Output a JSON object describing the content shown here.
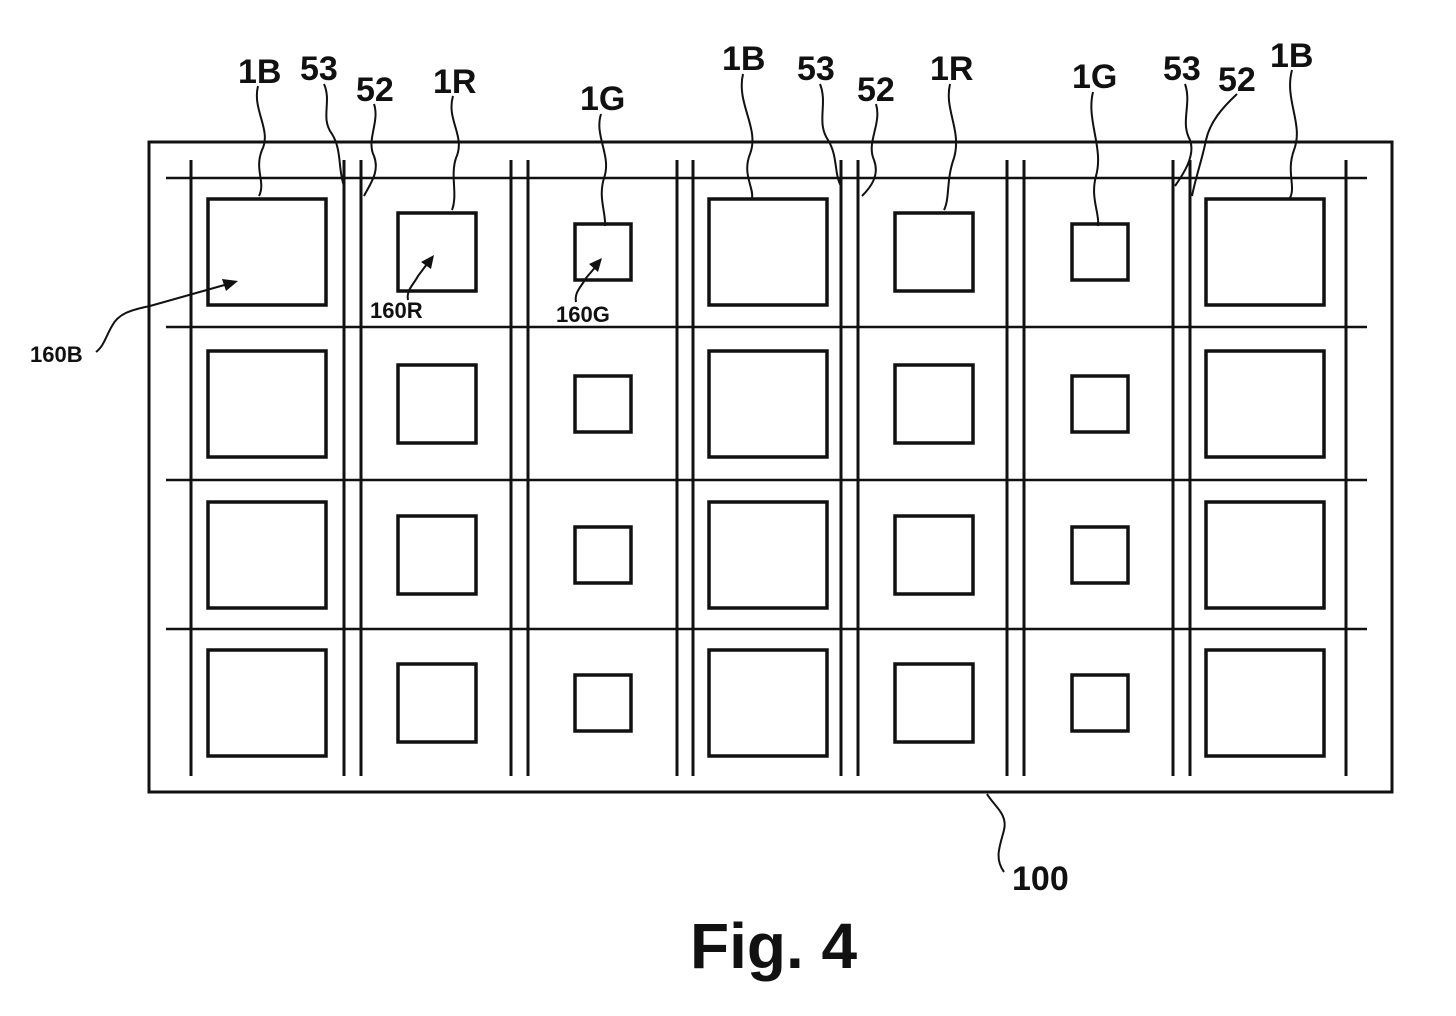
{
  "figure": {
    "caption": "Fig. 4",
    "substrate_label": "100",
    "top_labels": [
      {
        "text": "1B",
        "kind": "pixel"
      },
      {
        "text": "53",
        "kind": "line"
      },
      {
        "text": "52",
        "kind": "line"
      },
      {
        "text": "1R",
        "kind": "pixel"
      },
      {
        "text": "1G",
        "kind": "pixel"
      },
      {
        "text": "1B",
        "kind": "pixel"
      },
      {
        "text": "53",
        "kind": "line"
      },
      {
        "text": "52",
        "kind": "line"
      },
      {
        "text": "1R",
        "kind": "pixel"
      },
      {
        "text": "1G",
        "kind": "pixel"
      },
      {
        "text": "53",
        "kind": "line"
      },
      {
        "text": "52",
        "kind": "line"
      },
      {
        "text": "1B",
        "kind": "pixel"
      }
    ],
    "region_labels": {
      "blue": "160B",
      "red": "160R",
      "green": "160G"
    },
    "grid": {
      "rows": 4,
      "column_pattern": [
        "B",
        "R",
        "G",
        "B",
        "R",
        "G",
        "B"
      ]
    },
    "stroke_color": "#111111",
    "background_color": "#ffffff"
  }
}
